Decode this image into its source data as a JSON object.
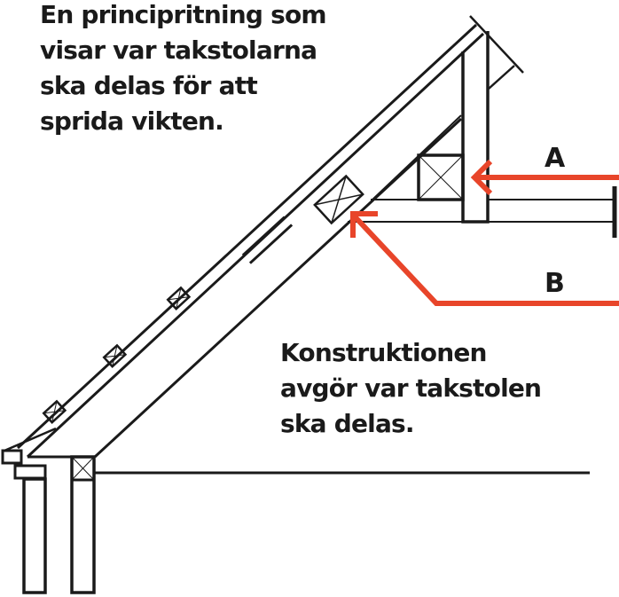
{
  "caption_top": [
    "En principritning som",
    "visar var takstolarna",
    "ska delas för att",
    "sprida vikten."
  ],
  "caption_bottom": [
    "Konstruktionen",
    "avgör var takstolen",
    "ska delas."
  ],
  "labels": {
    "a": "A",
    "b": "B"
  },
  "colors": {
    "line": "#1a1a1a",
    "arrow": "#e8452a"
  }
}
